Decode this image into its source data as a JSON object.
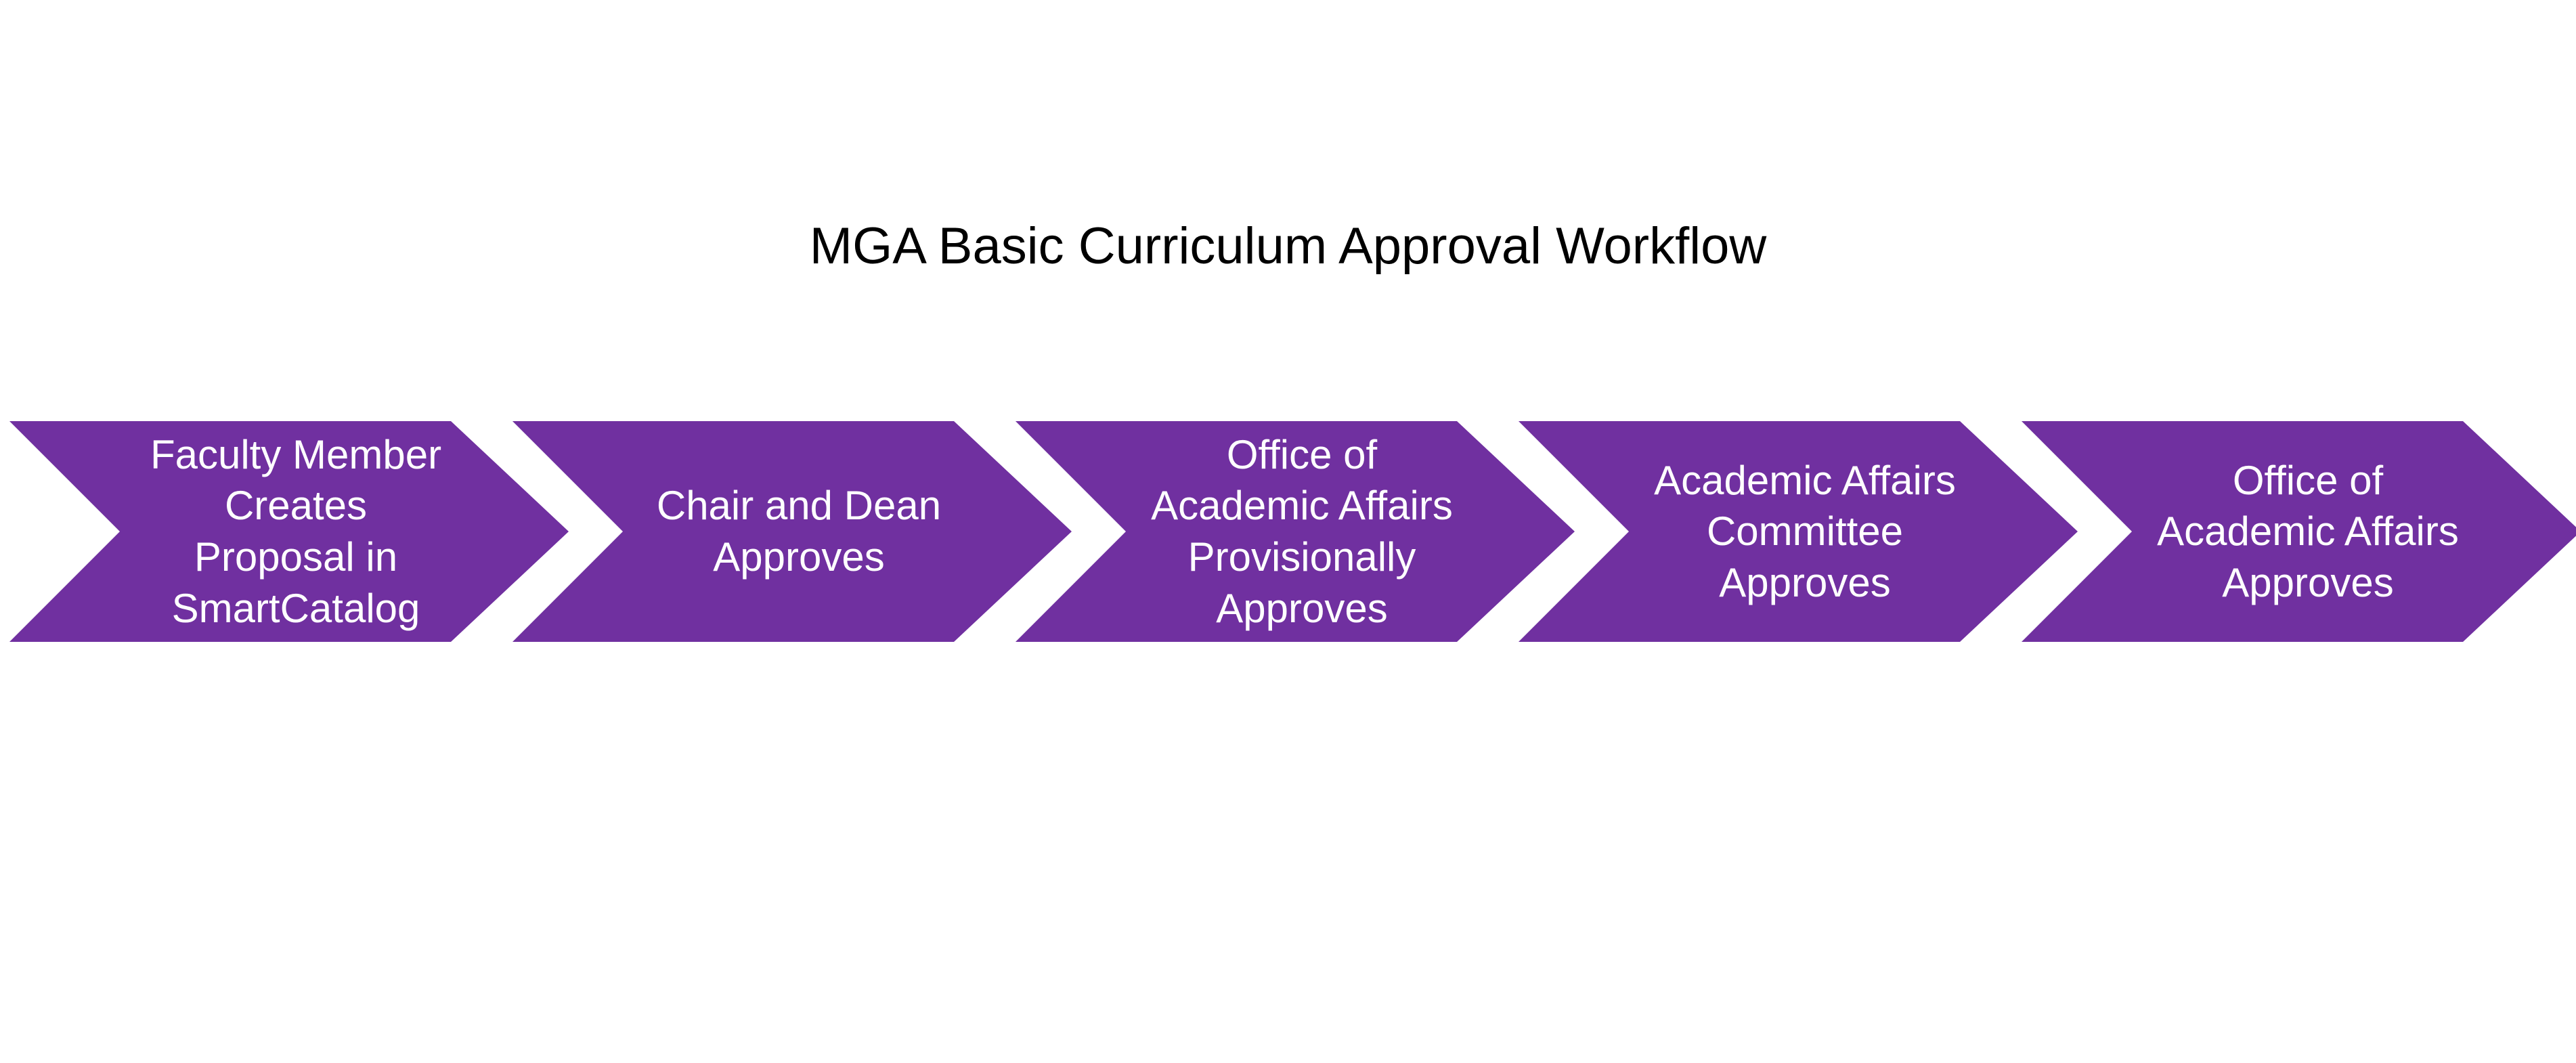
{
  "title": "MGA Basic Curriculum Approval Workflow",
  "steps": [
    {
      "label": "Faculty Member\nCreates\nProposal in\nSmartCatalog"
    },
    {
      "label": "Chair and Dean\nApproves"
    },
    {
      "label": "Office of\nAcademic Affairs\nProvisionally\nApproves"
    },
    {
      "label": "Academic Affairs\nCommittee\nApproves"
    },
    {
      "label": "Office of\nAcademic Affairs\nApproves"
    }
  ],
  "colors": {
    "chevron_fill": "#7030a0",
    "chevron_text": "#ffffff",
    "title_text": "#000000",
    "background": "#ffffff"
  }
}
